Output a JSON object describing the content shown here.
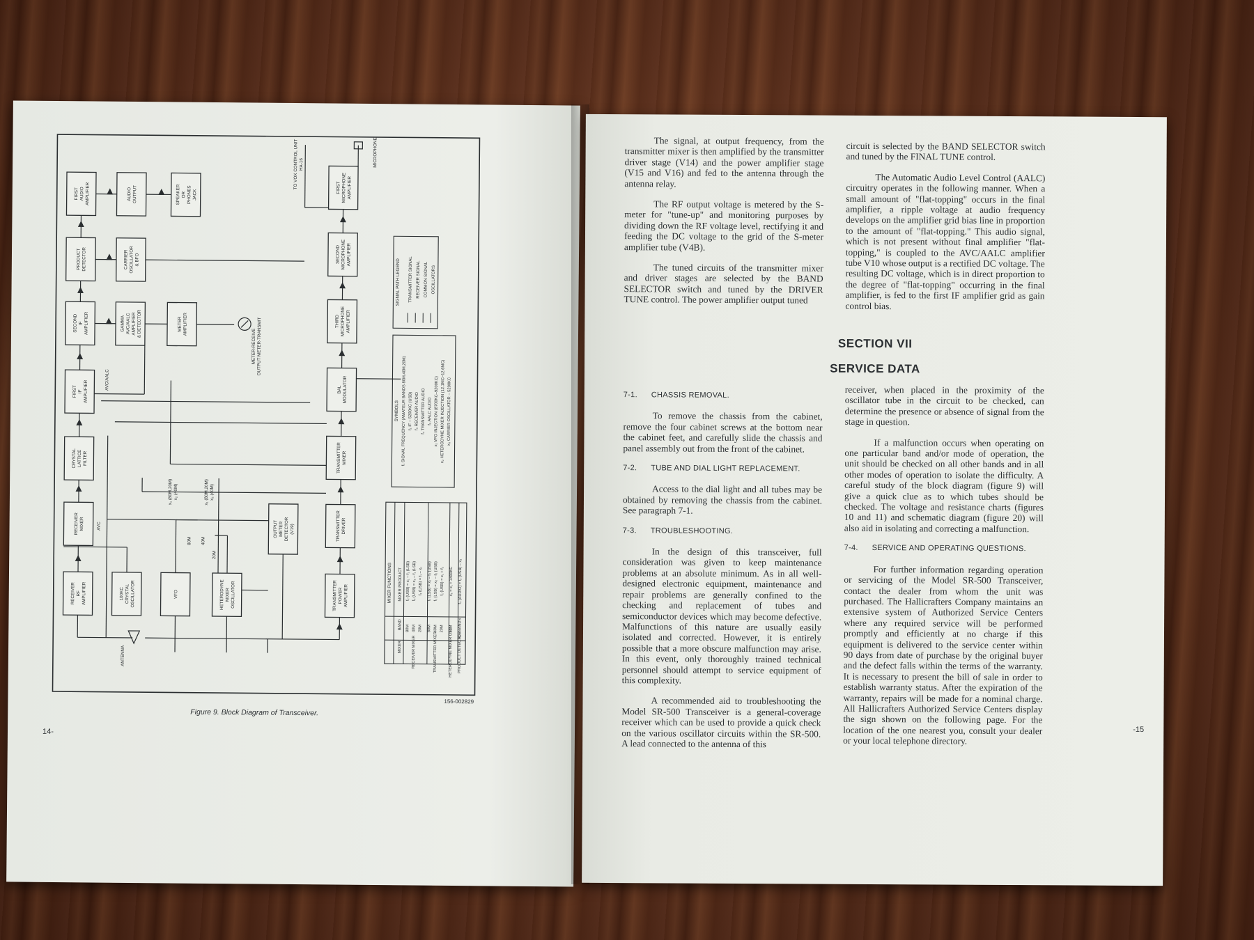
{
  "left_page": {
    "caption": "Figure 9.  Block Diagram of Transceiver.",
    "drawing_number": "156-002829",
    "page_number": "14-",
    "diagram": {
      "blocks": [
        {
          "id": "rf-amp",
          "lines": [
            "RECEIVER",
            "RF",
            "AMPLIFIER"
          ]
        },
        {
          "id": "rx-mixer",
          "lines": [
            "RECEIVER",
            "MIXER"
          ]
        },
        {
          "id": "lattice",
          "lines": [
            "CRYSTAL",
            "LATTICE",
            "FILTER"
          ]
        },
        {
          "id": "first-if",
          "lines": [
            "FIRST",
            "IF",
            "AMPLIFIER"
          ]
        },
        {
          "id": "second-if",
          "lines": [
            "SECOND",
            "IF",
            "AMPLIFIER"
          ]
        },
        {
          "id": "prod-det",
          "lines": [
            "PRODUCT",
            "DETECTOR"
          ]
        },
        {
          "id": "first-audio",
          "lines": [
            "FIRST",
            "AUDIO",
            "AMPLIFIER"
          ]
        },
        {
          "id": "audio-out",
          "lines": [
            "AUDIO",
            "OUTPUT"
          ]
        },
        {
          "id": "speaker",
          "lines": [
            "SPEAKER",
            "OR",
            "PHONES",
            "JACK"
          ]
        },
        {
          "id": "xtal-osc",
          "lines": [
            "100KC",
            "CRYSTAL",
            "OSCILLATOR"
          ]
        },
        {
          "id": "vfo",
          "lines": [
            "VFO"
          ]
        },
        {
          "id": "het-osc",
          "lines": [
            "HETERODYNE",
            "MIXER",
            "OSCILLATOR"
          ]
        },
        {
          "id": "carrier-osc",
          "lines": [
            "CARRIER",
            "OSCILLATOR",
            "& BFO"
          ]
        },
        {
          "id": "gamma",
          "lines": [
            "GAMMA",
            "AVC/AALC",
            "AMPLIFIER",
            "& DETECTOR"
          ]
        },
        {
          "id": "meter-amp",
          "lines": [
            "METER",
            "AMPLIFIER"
          ]
        },
        {
          "id": "out-meter",
          "lines": [
            "OUTPUT",
            "METER",
            "DETECTOR",
            "(V19)"
          ]
        },
        {
          "id": "first-mic",
          "lines": [
            "FIRST",
            "MICROPHONE",
            "AMPLIFIER"
          ]
        },
        {
          "id": "second-mic",
          "lines": [
            "SECOND",
            "MICROPHONE",
            "AMPLIFIER"
          ]
        },
        {
          "id": "third-mic",
          "lines": [
            "THIRD",
            "MICROPHONE",
            "AMPLIFIER"
          ]
        },
        {
          "id": "bal-mod",
          "lines": [
            "BAL",
            "MODULATOR"
          ]
        },
        {
          "id": "tx-mixer",
          "lines": [
            "TRANSMITTER",
            "MIXER"
          ]
        },
        {
          "id": "tx-driver",
          "lines": [
            "TRANSMITTER",
            "DRIVER"
          ]
        },
        {
          "id": "tx-pa",
          "lines": [
            "TRANSMITTER",
            "POWER",
            "AMPLIFIER"
          ]
        }
      ],
      "labels": {
        "antenna": "ANTENNA",
        "microphone": "MICROPHONE",
        "vox": "TO VOX CONTROL UNIT",
        "vox2": "HA-16",
        "meter": "METER-RECEIVE",
        "meter2": "OUTPUT METER-TRANSMIT",
        "avc": "AVC",
        "avc_aalc": "AVC/AALC",
        "band80": "80M",
        "band40": "40M",
        "band20": "20M",
        "x1": "x₁ (80M,20M)",
        "x2": "x₂ (40M)",
        "x1b": "x₁ (80M,20M)",
        "x2b": "x₂ (40M)"
      },
      "legend": {
        "title": "SIGNAL PATH LEGEND",
        "items": [
          "TRANSMITTER SIGNAL",
          "RECEIVER SIGNAL",
          "COMMON SIGNAL",
          "OSCILLATORS"
        ]
      },
      "symbols": {
        "title": "SYMBOLS",
        "items": [
          "f₁ SIGNAL FREQUENCY (AMATEUR BANDS 80M,40M,20M)",
          "f₂ IF – 5200KC (USB)",
          "f₃ RECEIVER AUDIO",
          "f₄ TRANSMITTER AUDIO",
          "f₅ AALC AUDIO",
          "x₁ VFO INJECTION (8700KC–9200KC)",
          "x₂ HETERODYNE MIXER INJECTION (12.1MC–12.6MC)",
          "x₃ CARRIER OSCILLATOR – 5200KC"
        ]
      },
      "mixer_table": {
        "title": "MIXER FUNCTIONS",
        "headers": [
          "MIXER",
          "BAND",
          "MIXER PRODUCT"
        ],
        "rows": [
          {
            "mixer": "RECEIVER MIXER",
            "bands": [
              "80M",
              "40M",
              "20M"
            ],
            "products": [
              "f₂ (USB) = x₁ – f₁ (LSB)",
              "f₂ (USB) = x₂ – f₁ (LSB)",
              "f₂ (USB) = f₁ – x₁"
            ]
          },
          {
            "mixer": "TRANSMITTER MIXER",
            "bands": [
              "80M",
              "40M",
              "20M"
            ],
            "products": [
              "f₁ (LSB) = x₁ – f₂ (USB)",
              "f₁ (LSB) = x₂ – f₂ (USB)",
              "f₁ (USB) = x₁ + f₂"
            ]
          },
          {
            "mixer": "HETERODYNE MIXER OSC",
            "bands": [
              "40M"
            ],
            "products": [
              "x₂ = x₁ + 3400KC"
            ]
          },
          {
            "mixer": "PRODUCT DETECTOR",
            "bands": [
              "ALL BANDS"
            ],
            "products": [
              "f₃ (AUDIO) = f₂ (USB) – x₃"
            ]
          }
        ]
      }
    }
  },
  "right_page": {
    "col1_top": [
      "The signal, at output frequency, from the transmitter mixer is then amplified by the transmitter driver stage (V14) and the power amplifier stage (V15 and V16) and fed to the antenna through the antenna relay.",
      "The RF output voltage is metered by the S-meter for \"tune-up\" and monitoring purposes by dividing down the RF voltage level, rectifying it and feeding the DC voltage to the grid of the S-meter amplifier tube (V4B).",
      "The tuned circuits of the transmitter mixer and driver stages are selected by the BAND SELECTOR switch and tuned by the DRIVER TUNE control. The power amplifier output tuned"
    ],
    "col2_top": [
      "circuit is selected by the BAND SELECTOR switch and tuned by the FINAL TUNE control.",
      "The Automatic Audio Level Control (AALC) circuitry operates in the following manner. When a small amount of \"flat-topping\" occurs in the final amplifier, a ripple voltage at audio frequency develops on the amplifier grid bias line in proportion to the amount of \"flat-topping.\" This audio signal, which is not present without final amplifier \"flat-topping,\" is coupled to the AVC/AALC amplifier tube V10 whose output is a rectified DC voltage. The resulting DC voltage, which is in direct proportion to the degree of \"flat-topping\" occurring in the final amplifier, is fed to the first IF amplifier grid as gain control bias."
    ],
    "section_title": "SECTION VII",
    "section_subtitle": "SERVICE DATA",
    "h71": {
      "num": "7-1.",
      "title": "CHASSIS REMOVAL."
    },
    "p71": "To remove the chassis from the cabinet, remove the four cabinet screws at the bottom near the cabinet feet, and carefully slide the chassis and panel assembly out from the front of the cabinet.",
    "h72": {
      "num": "7-2.",
      "title": "TUBE AND DIAL LIGHT REPLACEMENT."
    },
    "p72": "Access to the dial light and all tubes may be obtained by removing the chassis from the cabinet. See paragraph 7-1.",
    "h73": {
      "num": "7-3.",
      "title": "TROUBLESHOOTING."
    },
    "p73a": "In the design of this transceiver, full consideration was given to keep maintenance problems at an absolute minimum. As in all well-designed electronic equipment, maintenance and repair problems are generally confined to the checking and replacement of tubes and semiconductor devices which may become defective. Malfunctions of this nature are usually easily isolated and corrected. However, it is entirely possible that a more obscure malfunction may arise. In this event, only thoroughly trained technical personnel should attempt to service equipment of this complexity.",
    "p73b": "A recommended aid to troubleshooting the Model SR-500 Transceiver is a general-coverage receiver which can be used to provide a quick check on the various oscillator circuits within the SR-500. A lead connected to the antenna of this",
    "col2_bottom": [
      "receiver, when placed in the proximity of the oscillator tube in the circuit to be checked, can determine the presence or absence of signal from the stage in question.",
      "If a malfunction occurs when operating on one particular band and/or mode of operation, the unit should be checked on all other bands and in all other modes of operation to isolate the difficulty. A careful study of the block diagram (figure 9) will give a quick clue as to which tubes should be checked. The voltage and resistance charts (figures 10 and 11) and schematic diagram (figure 20) will also aid in isolating and correcting a malfunction."
    ],
    "h74": {
      "num": "7-4.",
      "title": "SERVICE AND OPERATING QUESTIONS."
    },
    "p74": "For further information regarding operation or servicing of the Model SR-500 Transceiver, contact the dealer from whom the unit was purchased. The Hallicrafters Company maintains an extensive system of Authorized Service Centers where any required service will be performed promptly and efficiently at no charge if this equipment is delivered to the service center within 90 days from date of purchase by the original buyer and the defect falls within the terms of the warranty. It is necessary to present the bill of sale in order to establish warranty status. After the expiration of the warranty, repairs will be made for a nominal charge. All Hallicrafters Authorized Service Centers display the sign shown on the following page. For the location of the one nearest you, consult your dealer or your local telephone directory.",
    "page_number": "-15"
  }
}
